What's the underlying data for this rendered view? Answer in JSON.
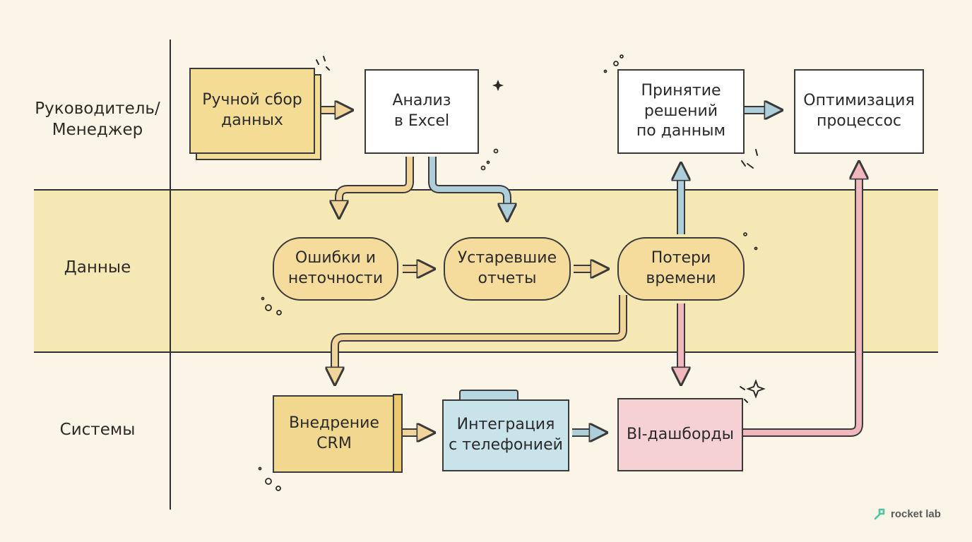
{
  "lanes": {
    "manager": "Руководитель/\nМенеджер",
    "data": "Данные",
    "systems": "Системы"
  },
  "nodes": {
    "manual_collection": "Ручной сбор\nданных",
    "excel_analysis": "Анализ\nв Excel",
    "data_decisions": "Принятие\nрешений\nпо данным",
    "process_optimization": "Оптимизация\nпроцессос",
    "errors": "Ошибки и\nнеточности",
    "outdated_reports": "Устаревшие\nотчеты",
    "time_loss": "Потери\nвремени",
    "crm": "Внедрение\nCRM",
    "telephony": "Интеграция\nс телефонией",
    "bi": "BI-дашборды"
  },
  "colors": {
    "band": "#f5e8b5",
    "arrow_yellow": "#f1d49a",
    "arrow_blue": "#aecfda",
    "arrow_pink": "#f0b7bd",
    "outline": "#3a3a3a"
  },
  "logo": {
    "icon": "rocket-logo-icon",
    "text": "rocket lab"
  }
}
